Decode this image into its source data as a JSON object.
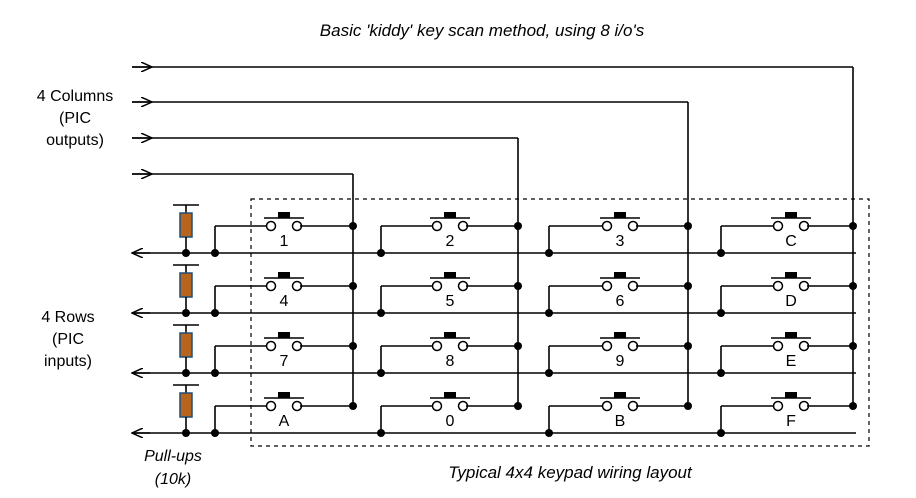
{
  "title": "Basic 'kiddy' key scan method, using 8 i/o's",
  "columns_label": [
    "4 Columns",
    "(PIC",
    "outputs)"
  ],
  "rows_label": [
    "4 Rows",
    "(PIC",
    "inputs)"
  ],
  "pullups_label": [
    "Pull-ups",
    "(10k)"
  ],
  "keypad_caption": "Typical 4x4 keypad wiring layout",
  "keys": [
    [
      "1",
      "2",
      "3",
      "C"
    ],
    [
      "4",
      "5",
      "6",
      "D"
    ],
    [
      "7",
      "8",
      "9",
      "E"
    ],
    [
      "A",
      "0",
      "B",
      "F"
    ]
  ],
  "colors": {
    "resistor": "#b5651d",
    "resistor_outline": "#1f4e79",
    "wire": "#000000"
  }
}
